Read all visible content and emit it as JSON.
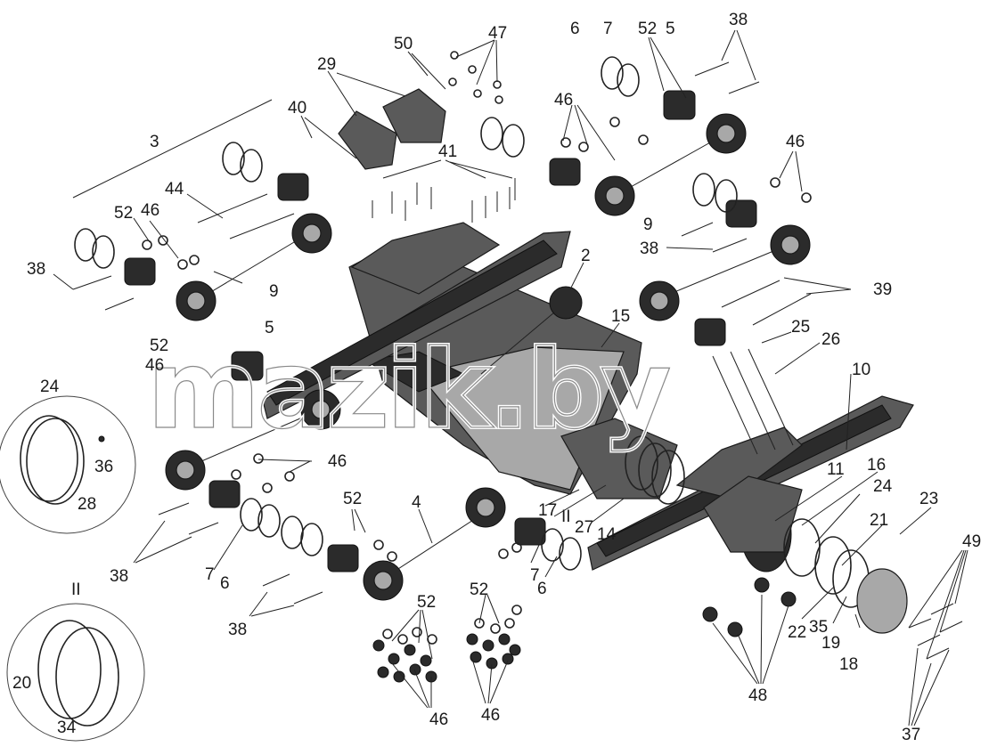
{
  "watermark": "mazik.by",
  "callouts": {
    "c2": "2",
    "c3": "3",
    "c4": "4",
    "c5a": "5",
    "c5b": "5",
    "c6a": "6",
    "c6b": "6",
    "c6c": "6",
    "c7a": "7",
    "c7b": "7",
    "c7c": "7",
    "c9a": "9",
    "c9b": "9",
    "c10": "10",
    "c11": "11",
    "c14": "14",
    "c15": "15",
    "c16": "16",
    "c17": "17",
    "c18": "18",
    "c19": "19",
    "c20": "20",
    "c21": "21",
    "c22": "22",
    "c23": "23",
    "c24a": "24",
    "c24b": "24",
    "c25": "25",
    "c26": "26",
    "c27": "27",
    "c28": "28",
    "c29": "29",
    "c34": "34",
    "c35": "35",
    "c36": "36",
    "c37": "37",
    "c38a": "38",
    "c38b": "38",
    "c38c": "38",
    "c38d": "38",
    "c38e": "38",
    "c39": "39",
    "c40": "40",
    "c41": "41",
    "c44": "44",
    "c46a": "46",
    "c46b": "46",
    "c46c": "46",
    "c46d": "46",
    "c46e": "46",
    "c46f": "46",
    "c46g": "46",
    "c47": "47",
    "c48": "48",
    "c49": "49",
    "c50": "50",
    "c52a": "52",
    "c52b": "52",
    "c52c": "52",
    "c52d": "52",
    "c52e": "52",
    "c52f": "52",
    "detailII": "II",
    "detailII_inline": "II"
  }
}
